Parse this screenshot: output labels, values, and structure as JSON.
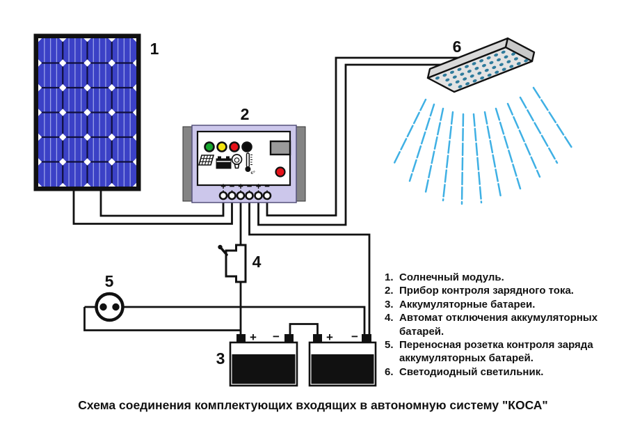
{
  "caption": {
    "text": "Схема соединения комплектующих входящих в автономную систему \"КОСА\""
  },
  "labels": {
    "solar": "1",
    "controller": "2",
    "batteries": "3",
    "breaker": "4",
    "socket": "5",
    "lamp": "6"
  },
  "controller": {
    "terminal_signs": [
      "+",
      "−",
      "+",
      "−",
      "+",
      "−"
    ]
  },
  "batteries": {
    "left": {
      "plus": "+",
      "minus": "−"
    },
    "right": {
      "plus": "+",
      "minus": "−"
    }
  },
  "legend": {
    "items": [
      {
        "num": "1.",
        "text": "Солнечный модуль."
      },
      {
        "num": "2.",
        "text": "Прибор контроля зарядного тока."
      },
      {
        "num": "3.",
        "text": "Аккумуляторные батареи."
      },
      {
        "num": "4.",
        "text": "Автомат отключения аккумуляторных батарей."
      },
      {
        "num": "5.",
        "text": "Переносная розетка контроля заряда аккумуляторных батарей."
      },
      {
        "num": "6.",
        "text": "Светодиодный светильник."
      }
    ]
  },
  "colors": {
    "panel_blue": "#3B41C6",
    "panel_busbar": "#9BA2E8",
    "panel_grid": "#10103E",
    "controller_body": "#CCC7EB",
    "bracket_gray": "#848484",
    "display_gray": "#9B9B9B",
    "led_green": "#17A62E",
    "led_yellow": "#F4E412",
    "led_red": "#E51219",
    "led_black": "#0A0A0A",
    "button_red": "#E51219",
    "ray_blue": "#3FB0E4",
    "lamp_face": "#E3E3E3",
    "lamp_top": "#D9D9D9",
    "lamp_cap": "#C9C9C9",
    "lamp_dot": "#2F7B9C"
  }
}
